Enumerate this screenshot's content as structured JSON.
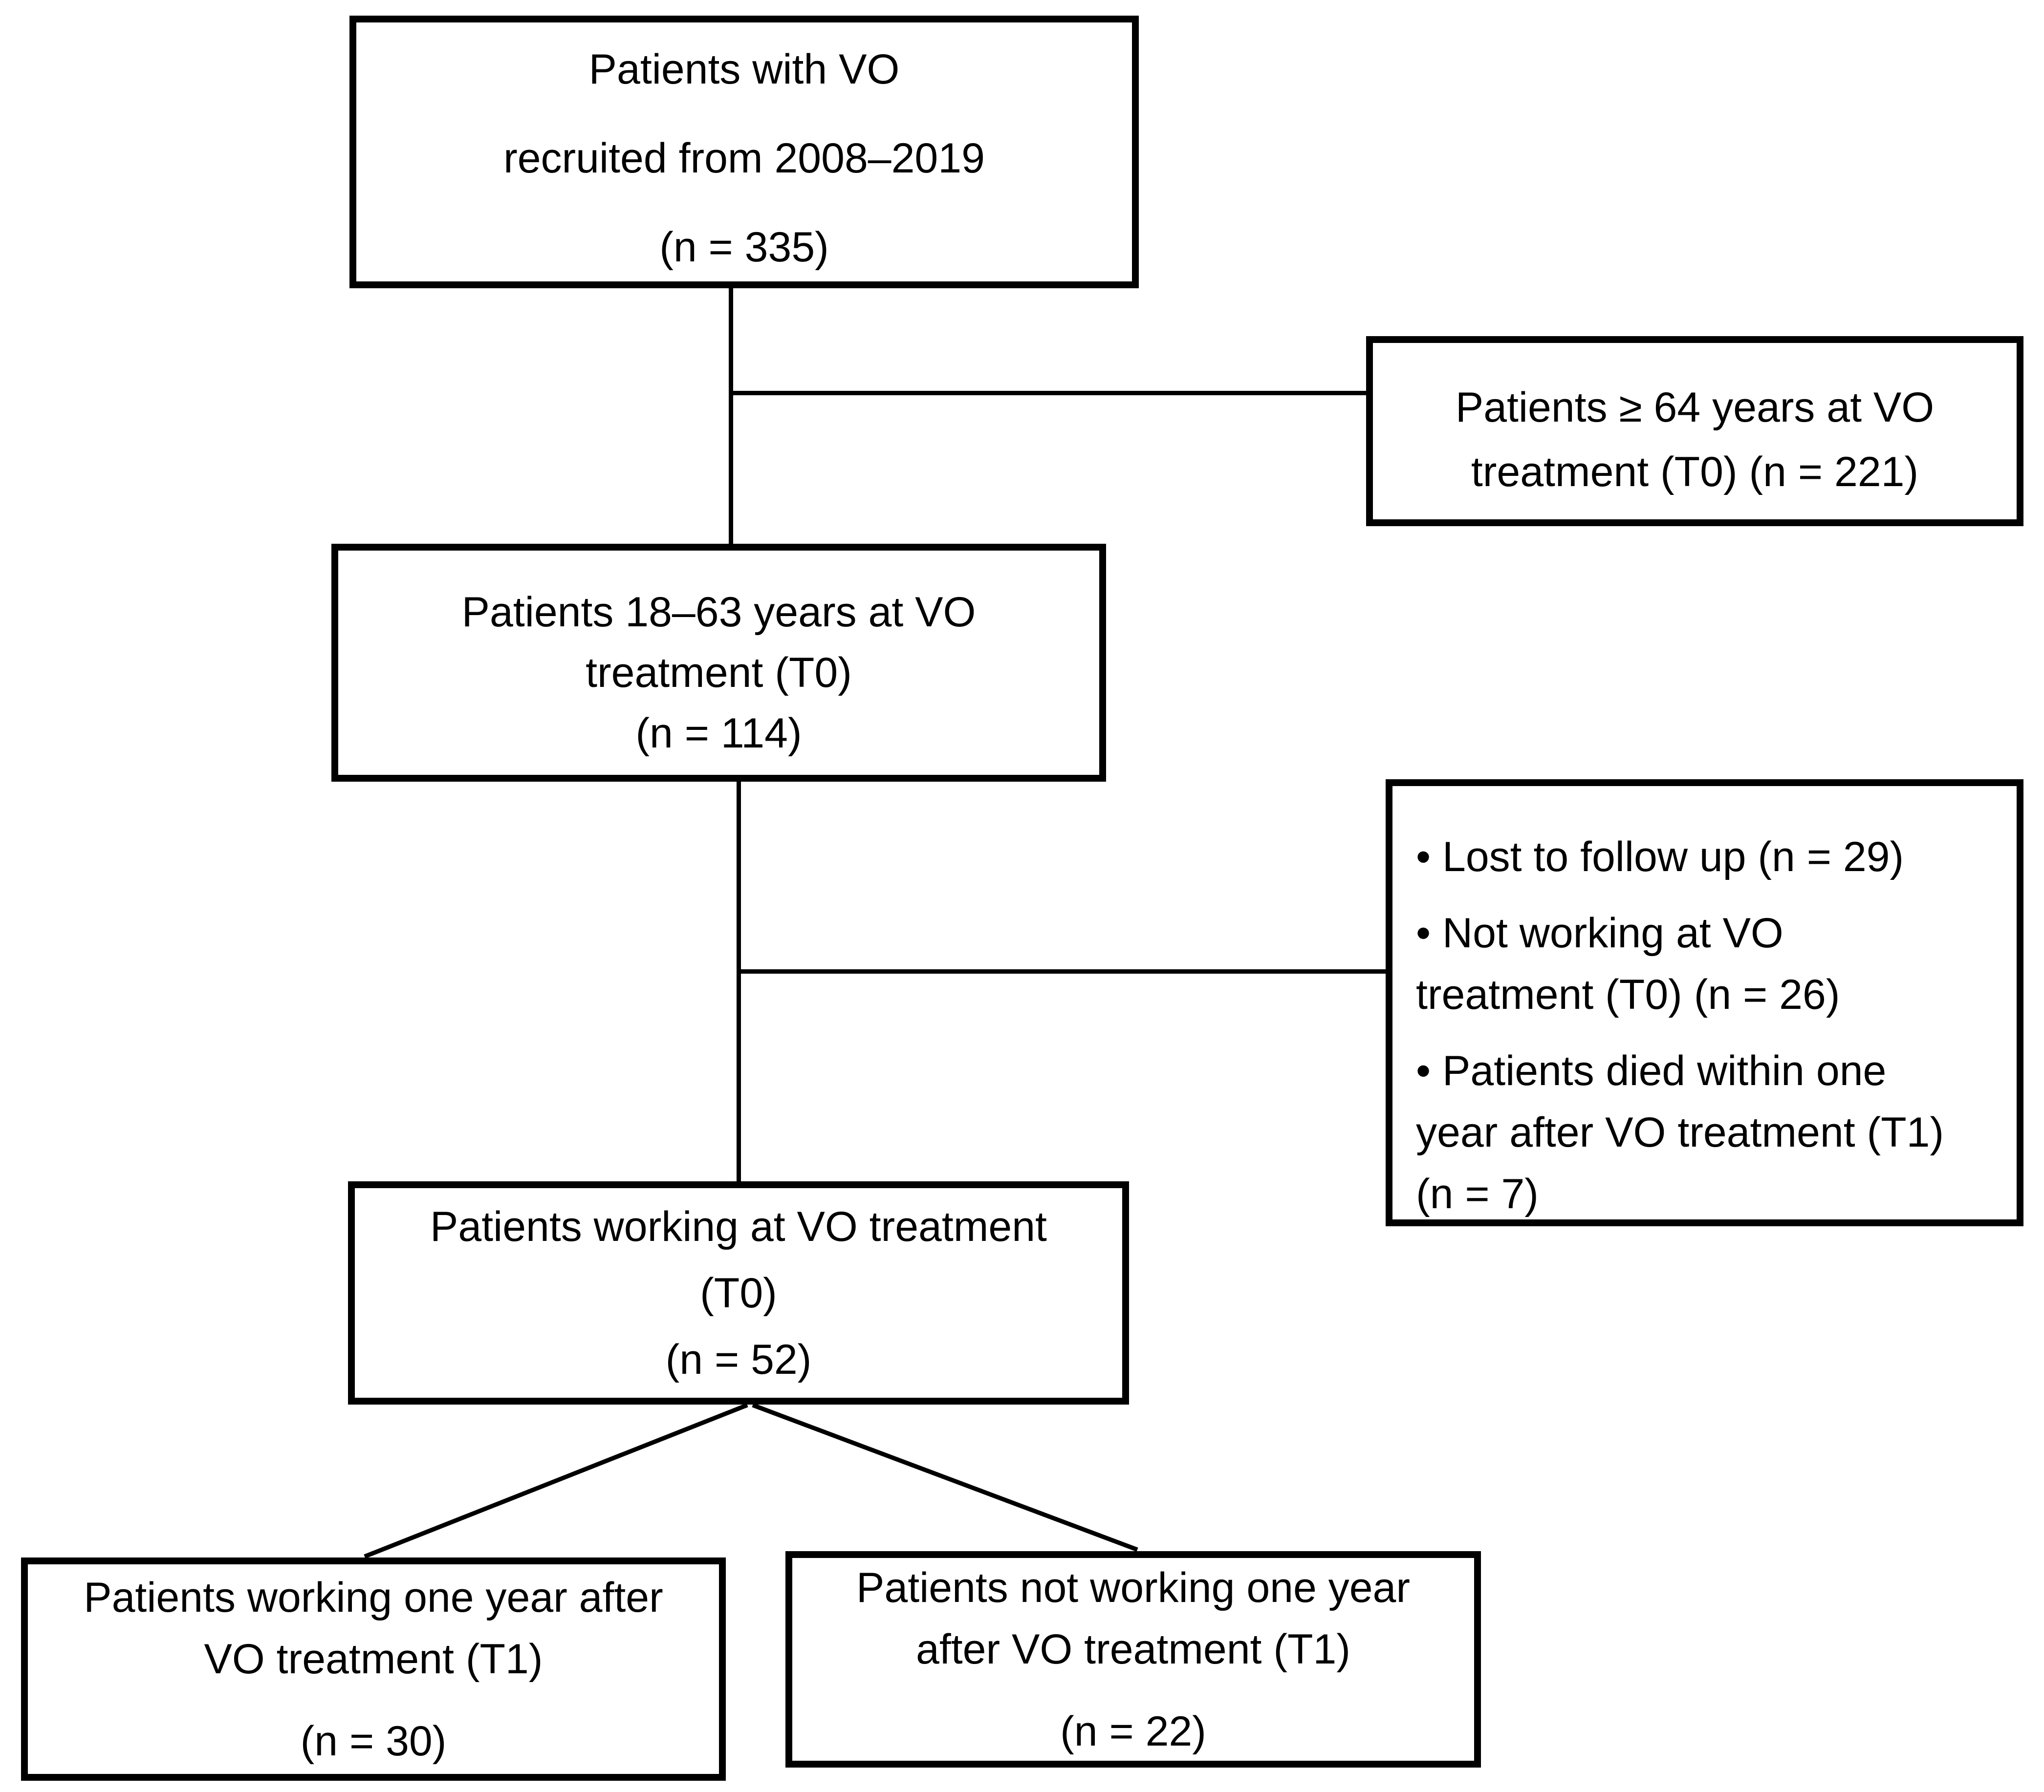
{
  "colors": {
    "ink": "#000000",
    "paper": "#ffffff"
  },
  "boxes": {
    "recruited": {
      "text": "Patients with VO\nrecruited from 2008–2019\n(n = 335)"
    },
    "excluded_age": {
      "text": "Patients ≥ 64 years at VO\ntreatment (T0) (n = 221)"
    },
    "age_range": {
      "text": "Patients 18–63 years at VO\ntreatment (T0)\n(n = 114)"
    },
    "exclusions": {
      "items": [
        "• Lost to follow up (n = 29)",
        "• Not working at VO\ntreatment (T0) (n = 26)",
        "• Patients died within one\nyear after VO treatment (T1)\n(n = 7)"
      ]
    },
    "working_t0": {
      "text": "Patients working at VO treatment\n(T0)\n(n = 52)"
    },
    "working_t1": {
      "title": "Patients working one year after\nVO treatment (T1)",
      "n": "(n = 30)"
    },
    "not_working_t1": {
      "title": "Patients not working one year\nafter VO treatment (T1)",
      "n": "(n = 22)"
    }
  }
}
